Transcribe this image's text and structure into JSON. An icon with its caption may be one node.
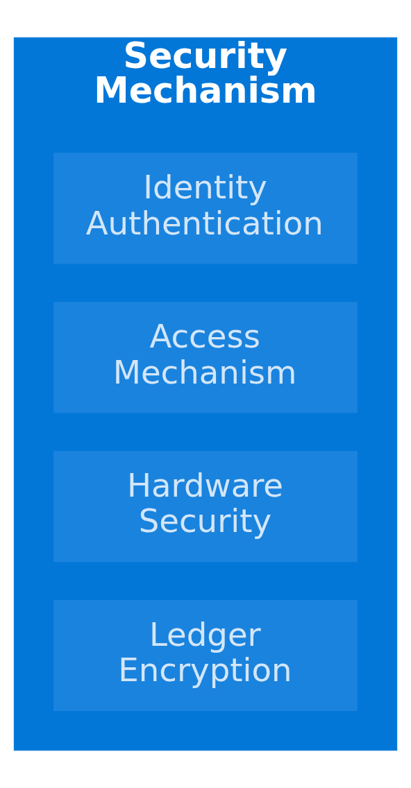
{
  "diagram": {
    "nodes": [
      {
        "text": [
          "Security Mechanism"
        ]
      },
      {
        "text": [
          "Identity Authentication"
        ],
        "in": 0
      },
      {
        "text": [
          "Access Mechanism"
        ],
        "in": 0
      },
      {
        "text": [
          "Hardware Security"
        ],
        "in": 0
      },
      {
        "text": [
          "Ledger Encryption"
        ],
        "in": 0
      }
    ]
  }
}
